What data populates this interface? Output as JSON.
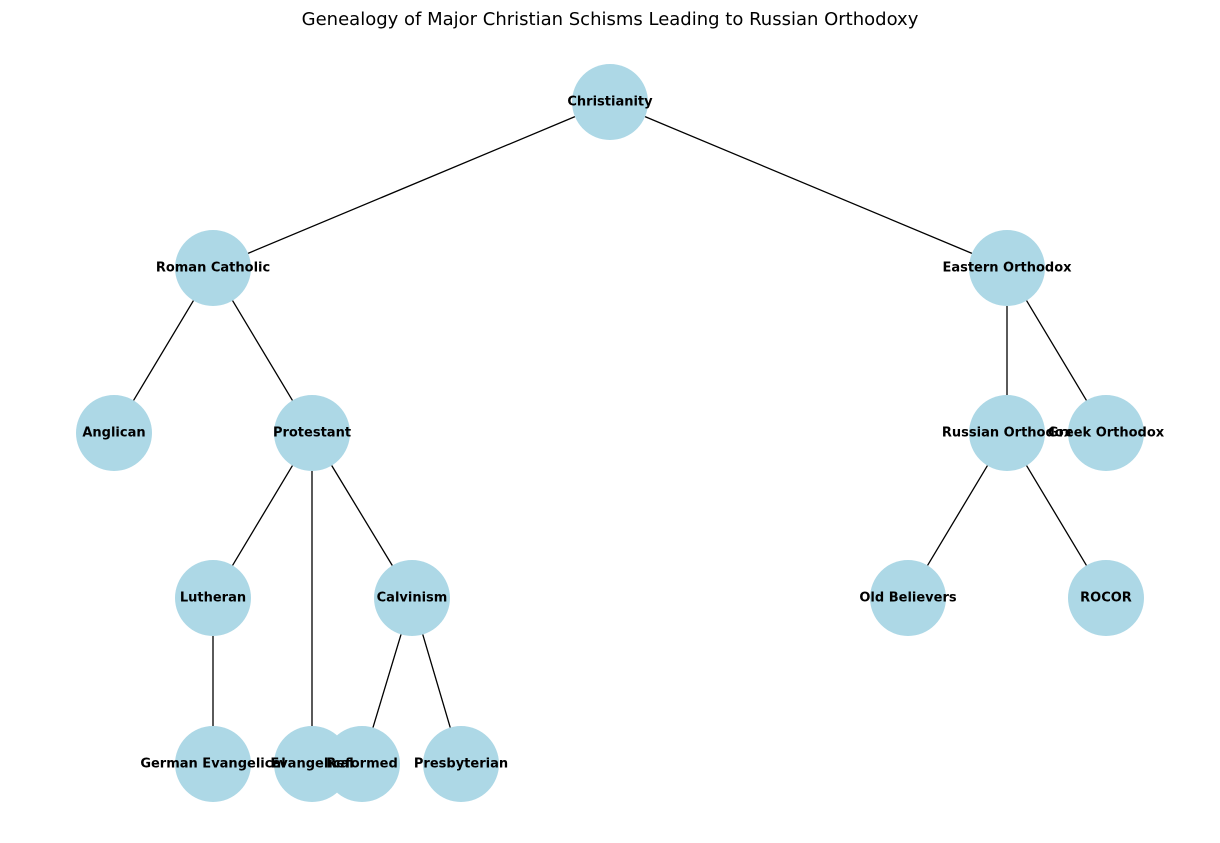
{
  "title": "Genealogy of Major Christian Schisms Leading to Russian Orthodoxy",
  "colors": {
    "node_fill": "#add8e6",
    "edge": "#000000",
    "text": "#000000",
    "background": "#ffffff"
  },
  "nodes": [
    {
      "id": "christianity",
      "label": "Christianity"
    },
    {
      "id": "roman-catholic",
      "label": "Roman Catholic"
    },
    {
      "id": "eastern-orthodox",
      "label": "Eastern Orthodox"
    },
    {
      "id": "anglican",
      "label": "Anglican"
    },
    {
      "id": "protestant",
      "label": "Protestant"
    },
    {
      "id": "russian-orthodox",
      "label": "Russian Orthodox"
    },
    {
      "id": "greek-orthodox",
      "label": "Greek Orthodox"
    },
    {
      "id": "lutheran",
      "label": "Lutheran"
    },
    {
      "id": "calvinism",
      "label": "Calvinism"
    },
    {
      "id": "old-believers",
      "label": "Old Believers"
    },
    {
      "id": "rocor",
      "label": "ROCOR"
    },
    {
      "id": "german-evangelical",
      "label": "German Evangelical"
    },
    {
      "id": "evangelical",
      "label": "Evangelical"
    },
    {
      "id": "reformed",
      "label": "Reformed"
    },
    {
      "id": "presbyterian",
      "label": "Presbyterian"
    }
  ],
  "edges": [
    {
      "from": "christianity",
      "to": "roman-catholic"
    },
    {
      "from": "christianity",
      "to": "eastern-orthodox"
    },
    {
      "from": "roman-catholic",
      "to": "anglican"
    },
    {
      "from": "roman-catholic",
      "to": "protestant"
    },
    {
      "from": "eastern-orthodox",
      "to": "russian-orthodox"
    },
    {
      "from": "eastern-orthodox",
      "to": "greek-orthodox"
    },
    {
      "from": "protestant",
      "to": "lutheran"
    },
    {
      "from": "protestant",
      "to": "evangelical"
    },
    {
      "from": "protestant",
      "to": "calvinism"
    },
    {
      "from": "russian-orthodox",
      "to": "old-believers"
    },
    {
      "from": "russian-orthodox",
      "to": "rocor"
    },
    {
      "from": "lutheran",
      "to": "german-evangelical"
    },
    {
      "from": "calvinism",
      "to": "reformed"
    },
    {
      "from": "calvinism",
      "to": "presbyterian"
    }
  ]
}
